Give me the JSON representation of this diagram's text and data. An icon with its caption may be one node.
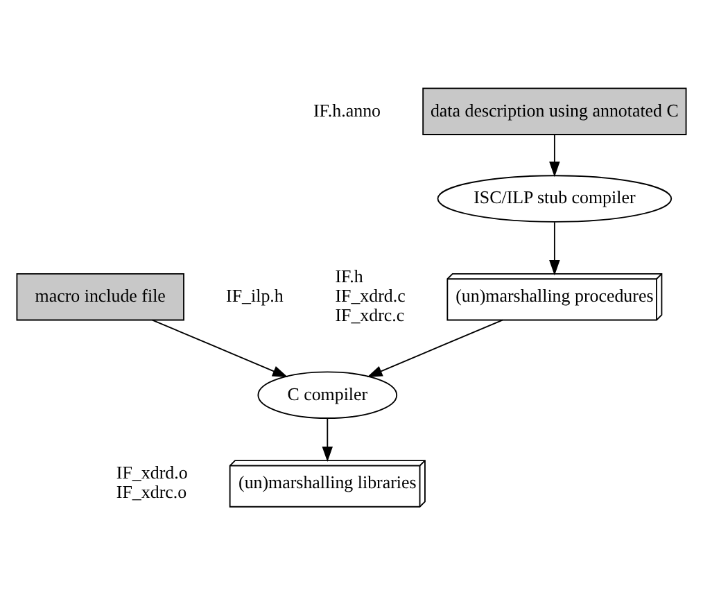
{
  "diagram": {
    "nodes": [
      {
        "text": [
          "data description using annotated C"
        ],
        "beside": [
          "IF.h.anno"
        ]
      },
      {
        "text": [
          "macro include file"
        ],
        "beside": [
          "IF_ilp.h"
        ]
      },
      {
        "text": [
          "ISC/ILP stub compiler"
        ]
      },
      {
        "text": [
          "(un)marshalling procedures"
        ],
        "beside": [
          "IF.h",
          "IF_xdrd.c",
          "IF_xdrc.c"
        ]
      },
      {
        "text": [
          "C compiler"
        ]
      },
      {
        "text": [
          "(un)marshalling libraries"
        ],
        "beside": [
          "IF_xdrd.o",
          "IF_xdrc.o"
        ]
      }
    ],
    "edges": [
      {
        "from": 0,
        "to": 2,
        "arrow": "to"
      },
      {
        "from": 2,
        "to": 3,
        "arrow": "to"
      },
      {
        "from": 3,
        "to": 4,
        "arrow": "to"
      },
      {
        "from": 1,
        "to": 4,
        "arrow": "to"
      },
      {
        "from": 4,
        "to": 5,
        "arrow": "to"
      }
    ]
  }
}
